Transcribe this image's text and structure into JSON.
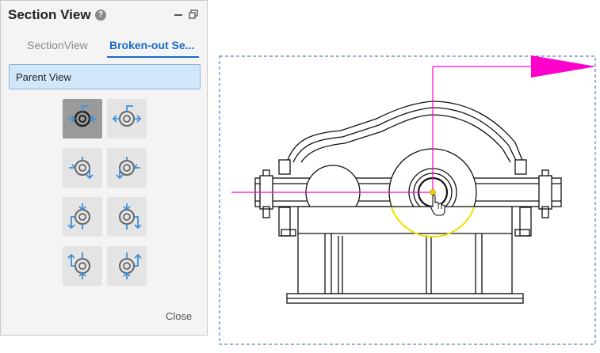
{
  "panel": {
    "title": "Section View",
    "help_symbol": "?",
    "tabs": [
      {
        "label": "SectionView",
        "active": false
      },
      {
        "label": "Broken-out Se...",
        "active": true
      }
    ],
    "parent_view_label": "Parent View",
    "close_label": "Close",
    "direction_buttons": [
      {
        "icon": "section-arrows-horizontal-in-icon",
        "active": true
      },
      {
        "icon": "section-arrows-horizontal-out-icon",
        "active": false
      },
      {
        "icon": "section-arrows-down-right-icon",
        "active": false
      },
      {
        "icon": "section-arrows-down-left-icon",
        "active": false
      },
      {
        "icon": "section-arrows-left-down-icon",
        "active": false
      },
      {
        "icon": "section-arrows-right-down-icon",
        "active": false
      },
      {
        "icon": "section-arrows-left-up-icon",
        "active": false
      },
      {
        "icon": "section-arrows-right-up-icon",
        "active": false
      }
    ]
  },
  "colors": {
    "accent": "#1a6bc4",
    "selection_bg": "#d3e7fa",
    "section_line": "#ff00cc",
    "highlight_arc": "#f0e000",
    "frame_dash": "#5a7fc8",
    "icon_blue": "#3d8fd6"
  }
}
